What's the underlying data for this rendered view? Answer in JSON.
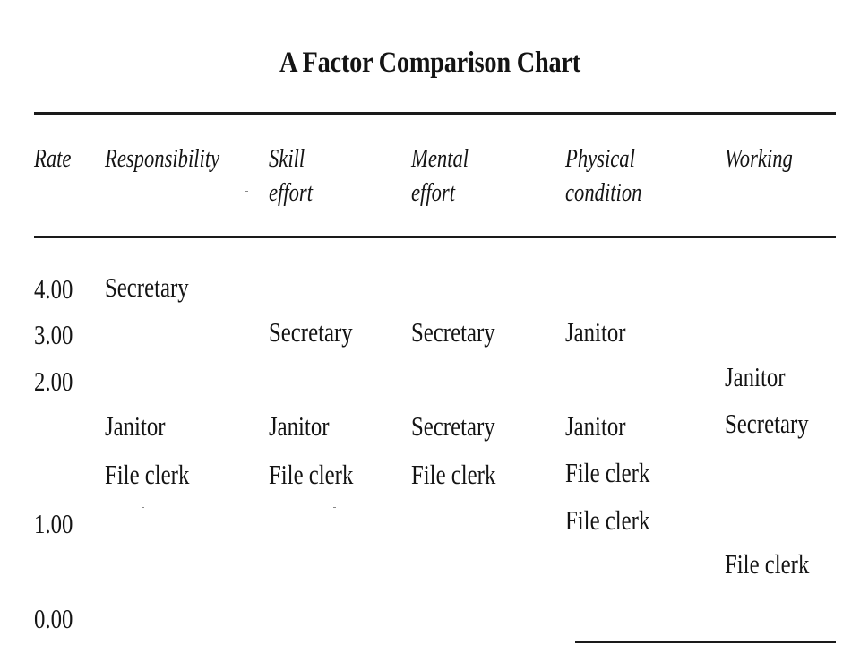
{
  "title": "A Factor Comparison Chart",
  "headers": [
    {
      "lines": [
        "Rate"
      ]
    },
    {
      "lines": [
        "Responsibility"
      ]
    },
    {
      "lines": [
        "Skill",
        "effort"
      ]
    },
    {
      "lines": [
        "Mental",
        "effort"
      ]
    },
    {
      "lines": [
        "Physical",
        "condition"
      ]
    },
    {
      "lines": [
        "Working"
      ]
    }
  ],
  "rates": [
    "4.00",
    "3.00",
    "2.00",
    "1.00",
    "0.00"
  ],
  "entries": {
    "responsibility": [
      "Secretary",
      "Janitor",
      "File clerk"
    ],
    "skill_effort": [
      "Secretary",
      "Janitor",
      "File clerk"
    ],
    "mental_effort": [
      "Secretary",
      "Secretary",
      "File clerk"
    ],
    "physical_condition": [
      "Janitor",
      "Janitor",
      "File clerk",
      "File clerk"
    ],
    "working": [
      "Janitor",
      "Secretary",
      "File clerk"
    ]
  }
}
